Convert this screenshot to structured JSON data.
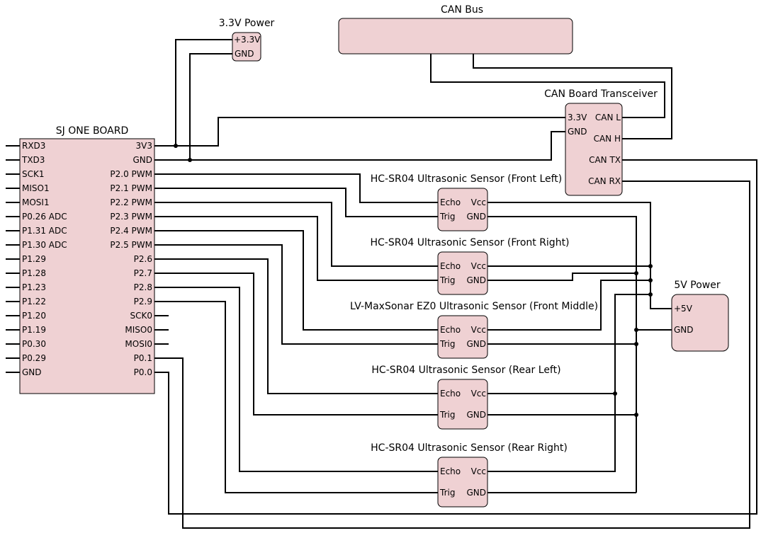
{
  "components": {
    "sj_one": {
      "title": "SJ ONE BOARD",
      "left_pins": [
        "RXD3",
        "TXD3",
        "SCK1",
        "MISO1",
        "MOSI1",
        "P0.26 ADC",
        "P1.31 ADC",
        "P1.30 ADC",
        "P1.29",
        "P1.28",
        "P1.23",
        "P1.22",
        "P1.20",
        "P1.19",
        "P0.30",
        "P0.29",
        "GND"
      ],
      "right_pins": [
        "3V3",
        "GND",
        "P2.0 PWM",
        "P2.1 PWM",
        "P2.2 PWM",
        "P2.3 PWM",
        "P2.4 PWM",
        "P2.5 PWM",
        "P2.6",
        "P2.7",
        "P2.8",
        "P2.9",
        "SCK0",
        "MISO0",
        "MOSI0",
        "P0.1",
        "P0.0"
      ]
    },
    "power33": {
      "title": "3.3V Power",
      "pins": [
        "+3.3V",
        "GND"
      ]
    },
    "canbus": {
      "title": "CAN Bus"
    },
    "can_transceiver": {
      "title": "CAN Board Transceiver",
      "left_pins": [
        "3.3V",
        "GND"
      ],
      "right_pins": [
        "CAN L",
        "CAN H",
        "CAN TX",
        "CAN RX"
      ]
    },
    "power5": {
      "title": "5V Power",
      "pins": [
        "+5V",
        "GND"
      ]
    },
    "sensors": [
      {
        "title": "HC-SR04 Ultrasonic Sensor (Front Left)",
        "pins": [
          "Echo",
          "Trig",
          "Vcc",
          "GND"
        ]
      },
      {
        "title": "HC-SR04 Ultrasonic Sensor (Front Right)",
        "pins": [
          "Echo",
          "Trig",
          "Vcc",
          "GND"
        ]
      },
      {
        "title": "LV-MaxSonar EZ0 Ultrasonic Sensor (Front Middle)",
        "pins": [
          "Echo",
          "Trig",
          "Vcc",
          "GND"
        ]
      },
      {
        "title": "HC-SR04 Ultrasonic Sensor (Rear Left)",
        "pins": [
          "Echo",
          "Trig",
          "Vcc",
          "GND"
        ]
      },
      {
        "title": "HC-SR04 Ultrasonic Sensor (Rear Right)",
        "pins": [
          "Echo",
          "Trig",
          "Vcc",
          "GND"
        ]
      }
    ]
  }
}
